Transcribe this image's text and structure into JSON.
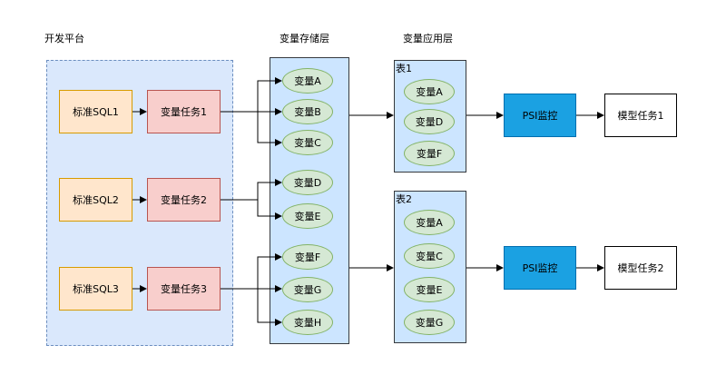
{
  "headers": {
    "platform": "开发平台",
    "storage": "变量存储层",
    "application": "变量应用层"
  },
  "sql_boxes": [
    "标准SQL1",
    "标准SQL2",
    "标准SQL3"
  ],
  "task_boxes": [
    "变量任务1",
    "变量任务2",
    "变量任务3"
  ],
  "storage_vars": [
    "变量A",
    "变量B",
    "变量C",
    "变量D",
    "变量E",
    "变量F",
    "变量G",
    "变量H"
  ],
  "tables": [
    {
      "title": "表1",
      "vars": [
        "变量A",
        "变量D",
        "变量F"
      ]
    },
    {
      "title": "表2",
      "vars": [
        "变量A",
        "变量C",
        "变量E",
        "变量G"
      ]
    }
  ],
  "psi": [
    "PSI监控",
    "PSI监控"
  ],
  "models": [
    "模型任务1",
    "模型任务2"
  ],
  "colors": {
    "platform_fill": "#dae8fc",
    "sql_fill": "#ffe6cc",
    "task_fill": "#f8cecc",
    "panel_fill": "#cce5ff",
    "ellipse_fill": "#d5e8d4",
    "psi_fill": "#1ba1e2"
  }
}
